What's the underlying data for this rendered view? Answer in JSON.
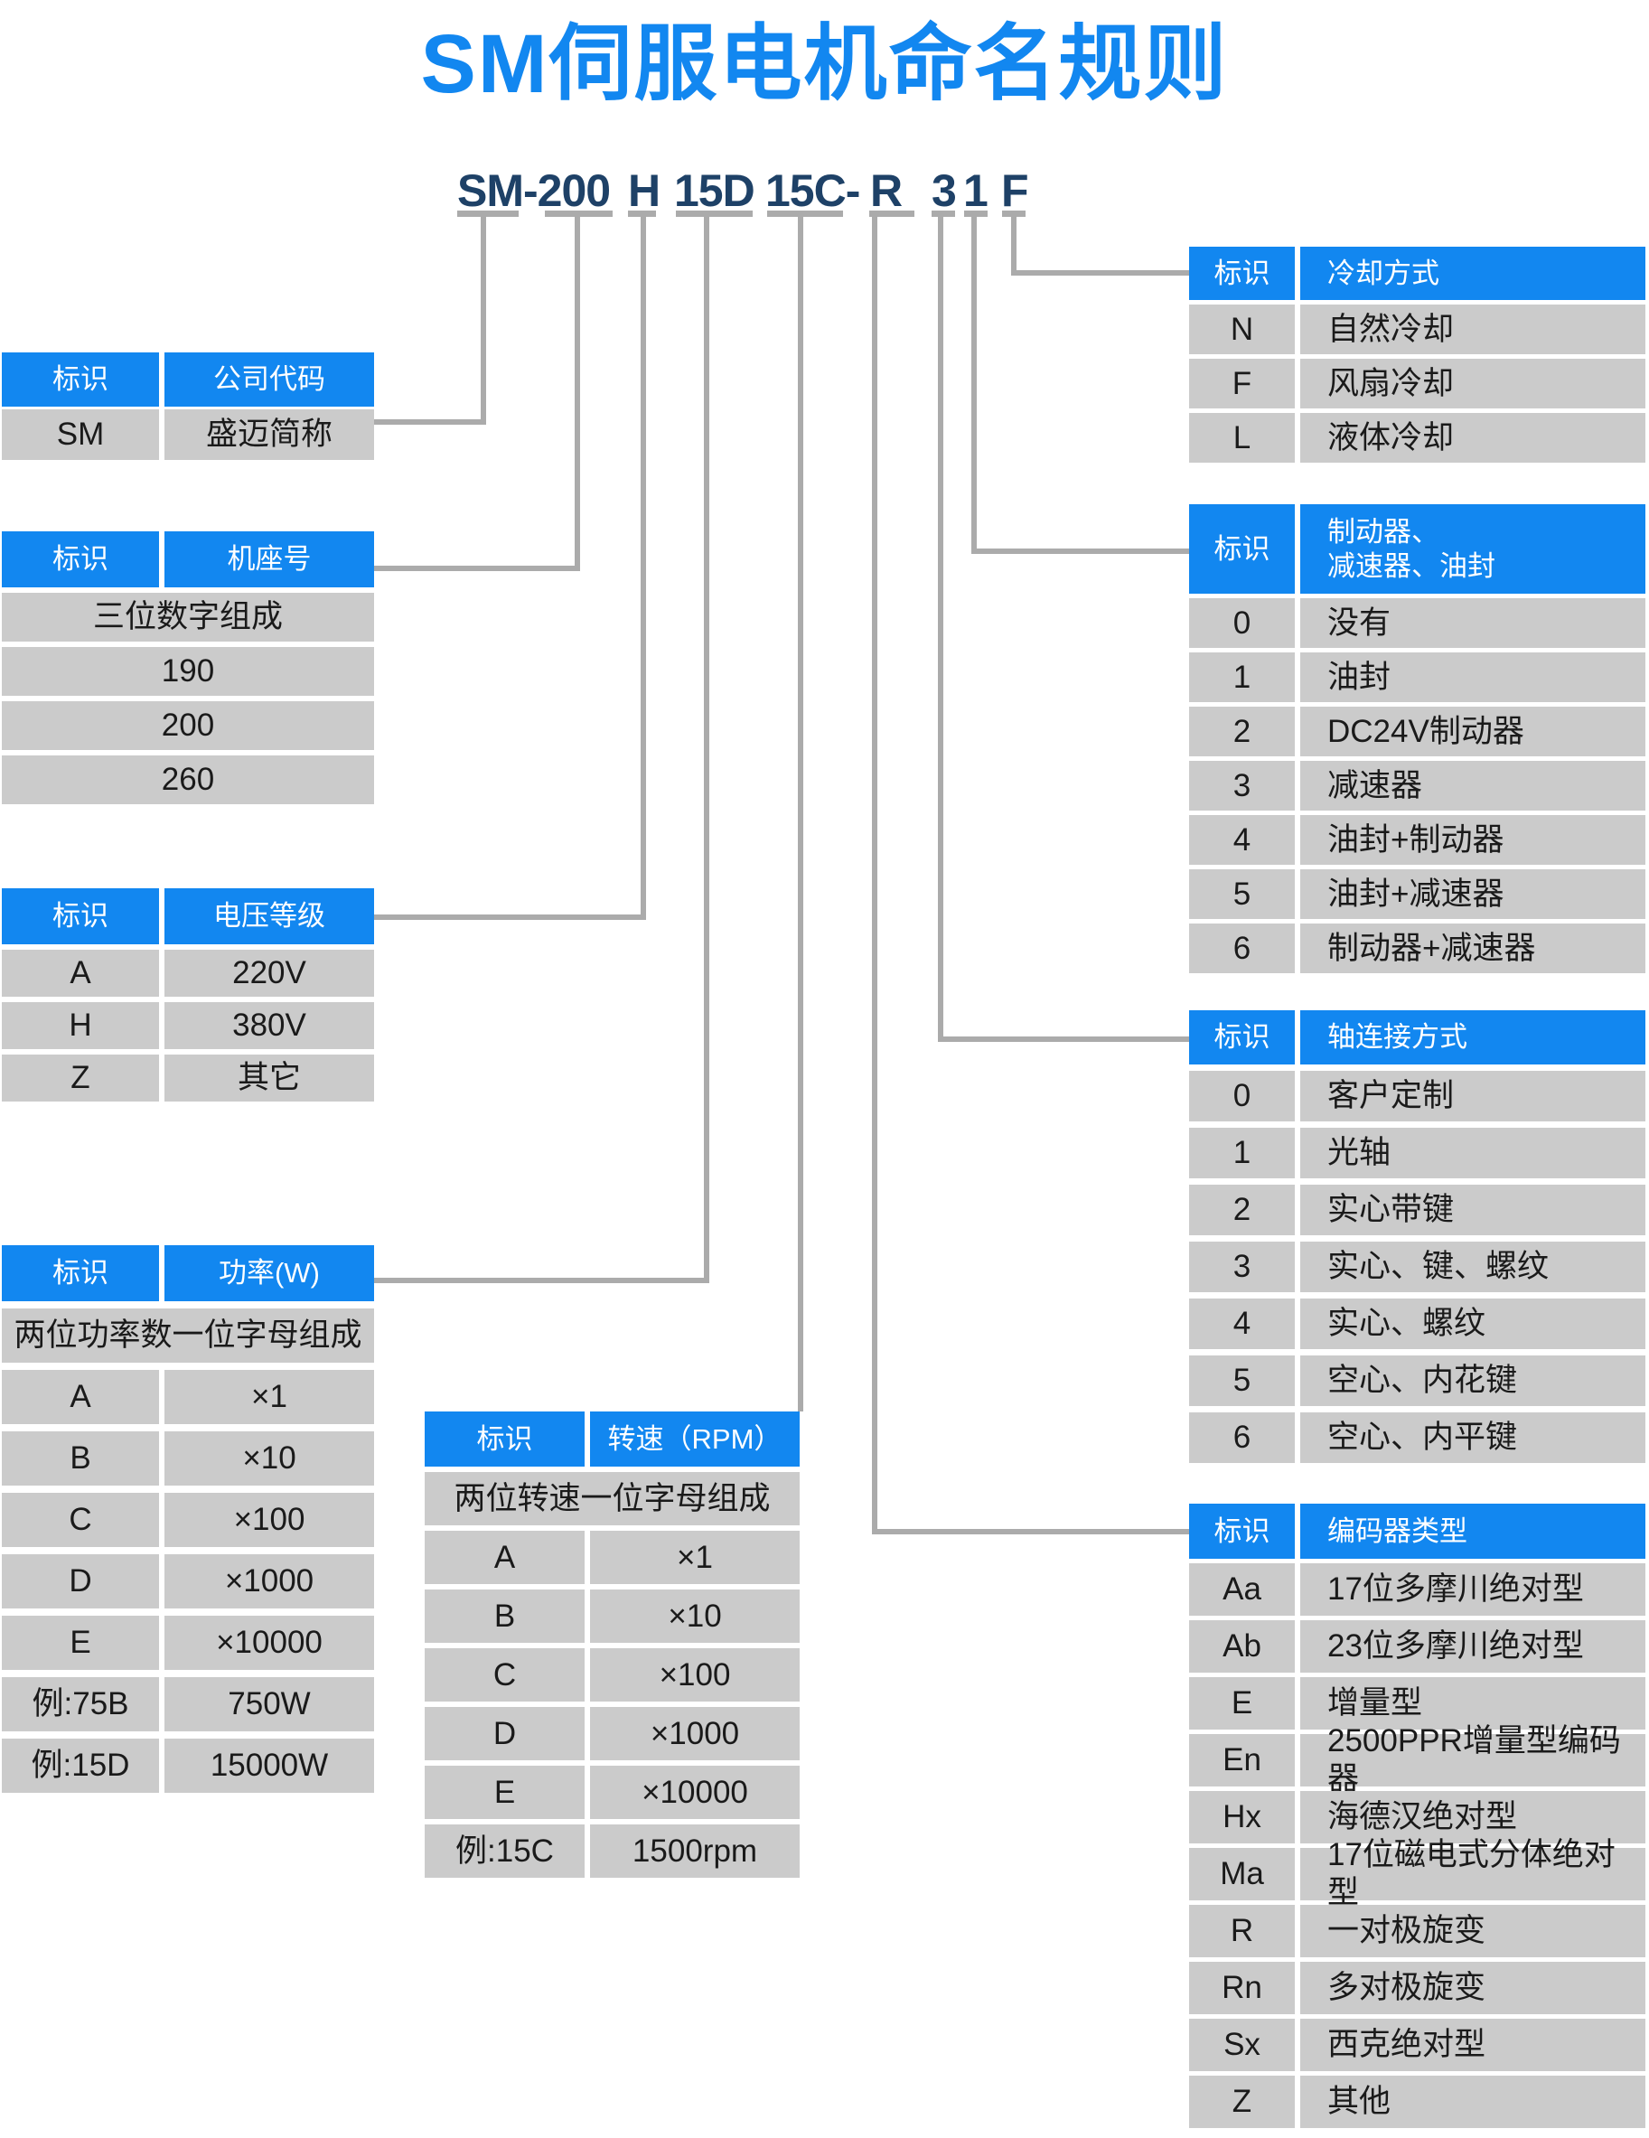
{
  "title": "SM伺服电机命名规则",
  "model": {
    "segments": [
      "SM-200",
      "H",
      "15D",
      "15C-",
      "R",
      "3",
      "1",
      "F"
    ]
  },
  "colors": {
    "accent_blue": "#1287F0",
    "model_navy": "#1E4167",
    "row_gray": "#CBCBCB",
    "line_gray": "#ABABAB"
  },
  "tables": {
    "company": {
      "header": [
        "标识",
        "公司代码"
      ],
      "rows": [
        [
          "SM",
          "盛迈简称"
        ]
      ]
    },
    "frame": {
      "header": [
        "标识",
        "机座号"
      ],
      "rows": [
        [
          "三位数字组成"
        ],
        [
          "190"
        ],
        [
          "200"
        ],
        [
          "260"
        ]
      ]
    },
    "voltage": {
      "header": [
        "标识",
        "电压等级"
      ],
      "rows": [
        [
          "A",
          "220V"
        ],
        [
          "H",
          "380V"
        ],
        [
          "Z",
          "其它"
        ]
      ]
    },
    "power": {
      "header": [
        "标识",
        "功率(W)"
      ],
      "rows": [
        [
          "两位功率数一位字母组成"
        ],
        [
          "A",
          "×1"
        ],
        [
          "B",
          "×10"
        ],
        [
          "C",
          "×100"
        ],
        [
          "D",
          "×1000"
        ],
        [
          "E",
          "×10000"
        ],
        [
          "例:75B",
          "750W"
        ],
        [
          "例:15D",
          "15000W"
        ]
      ]
    },
    "speed": {
      "header": [
        "标识",
        "转速（RPM）"
      ],
      "rows": [
        [
          "两位转速一位字母组成"
        ],
        [
          "A",
          "×1"
        ],
        [
          "B",
          "×10"
        ],
        [
          "C",
          "×100"
        ],
        [
          "D",
          "×1000"
        ],
        [
          "E",
          "×10000"
        ],
        [
          "例:15C",
          "1500rpm"
        ]
      ]
    },
    "cooling": {
      "header": [
        "标识",
        "冷却方式"
      ],
      "rows": [
        [
          "N",
          "自然冷却"
        ],
        [
          "F",
          "风扇冷却"
        ],
        [
          "L",
          "液体冷却"
        ]
      ]
    },
    "brake": {
      "header": [
        "标识",
        "制动器、\n减速器、油封"
      ],
      "rows": [
        [
          "0",
          "没有"
        ],
        [
          "1",
          "油封"
        ],
        [
          "2",
          "DC24V制动器"
        ],
        [
          "3",
          "减速器"
        ],
        [
          "4",
          "油封+制动器"
        ],
        [
          "5",
          "油封+减速器"
        ],
        [
          "6",
          "制动器+减速器"
        ]
      ]
    },
    "shaft": {
      "header": [
        "标识",
        "轴连接方式"
      ],
      "rows": [
        [
          "0",
          "客户定制"
        ],
        [
          "1",
          "光轴"
        ],
        [
          "2",
          "实心带键"
        ],
        [
          "3",
          "实心、键、螺纹"
        ],
        [
          "4",
          "实心、螺纹"
        ],
        [
          "5",
          "空心、内花键"
        ],
        [
          "6",
          "空心、内平键"
        ]
      ]
    },
    "encoder": {
      "header": [
        "标识",
        "编码器类型"
      ],
      "rows": [
        [
          "Aa",
          "17位多摩川绝对型"
        ],
        [
          "Ab",
          "23位多摩川绝对型"
        ],
        [
          "E",
          "增量型"
        ],
        [
          "En",
          "2500PPR增量型编码器"
        ],
        [
          "Hx",
          "海德汉绝对型"
        ],
        [
          "Ma",
          "17位磁电式分体绝对型"
        ],
        [
          "R",
          "一对极旋变"
        ],
        [
          "Rn",
          "多对极旋变"
        ],
        [
          "Sx",
          "西克绝对型"
        ],
        [
          "Z",
          "其他"
        ]
      ]
    }
  }
}
